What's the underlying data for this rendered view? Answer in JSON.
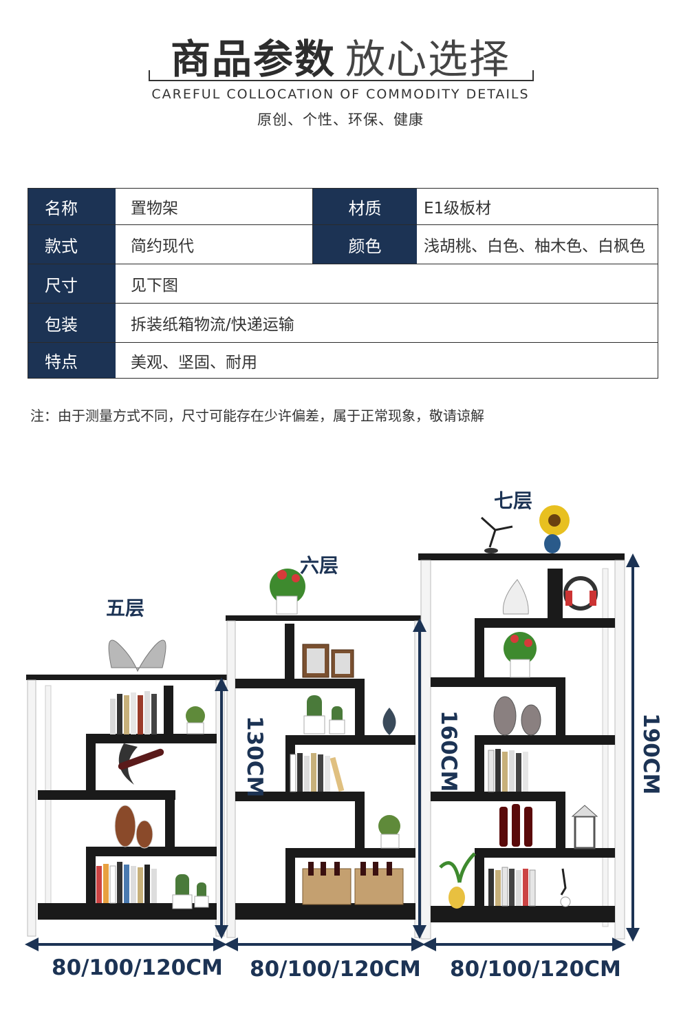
{
  "header": {
    "title_bold": "商品参数",
    "title_light": "放心选择",
    "subtitle_en": "CAREFUL COLLOCATION OF COMMODITY DETAILS",
    "subtitle_cn": "原创、个性、环保、健康"
  },
  "specs": {
    "name_label": "名称",
    "name_value": "置物架",
    "material_label": "材质",
    "material_value": "E1级板材",
    "style_label": "款式",
    "style_value": "简约现代",
    "color_label": "颜色",
    "color_value": "浅胡桃、白色、柚木色、白枫色",
    "size_label": "尺寸",
    "size_value": "见下图",
    "package_label": "包装",
    "package_value": "拆装纸箱物流/快递运输",
    "feature_label": "特点",
    "feature_value": "美观、坚固、耐用"
  },
  "note": "注：由于测量方式不同，尺寸可能存在少许偏差，属于正常现象，敬请谅解",
  "products": {
    "five": {
      "label": "五层",
      "width": "80/100/120CM",
      "height": "130CM"
    },
    "six": {
      "label": "六层",
      "width": "80/100/120CM",
      "height": "160CM"
    },
    "seven": {
      "label": "七层",
      "width": "80/100/120CM",
      "height": "190CM"
    }
  },
  "colors": {
    "navy": "#1c3354",
    "shelf": "#1a1a1a",
    "frame": "#f4f4f4"
  }
}
